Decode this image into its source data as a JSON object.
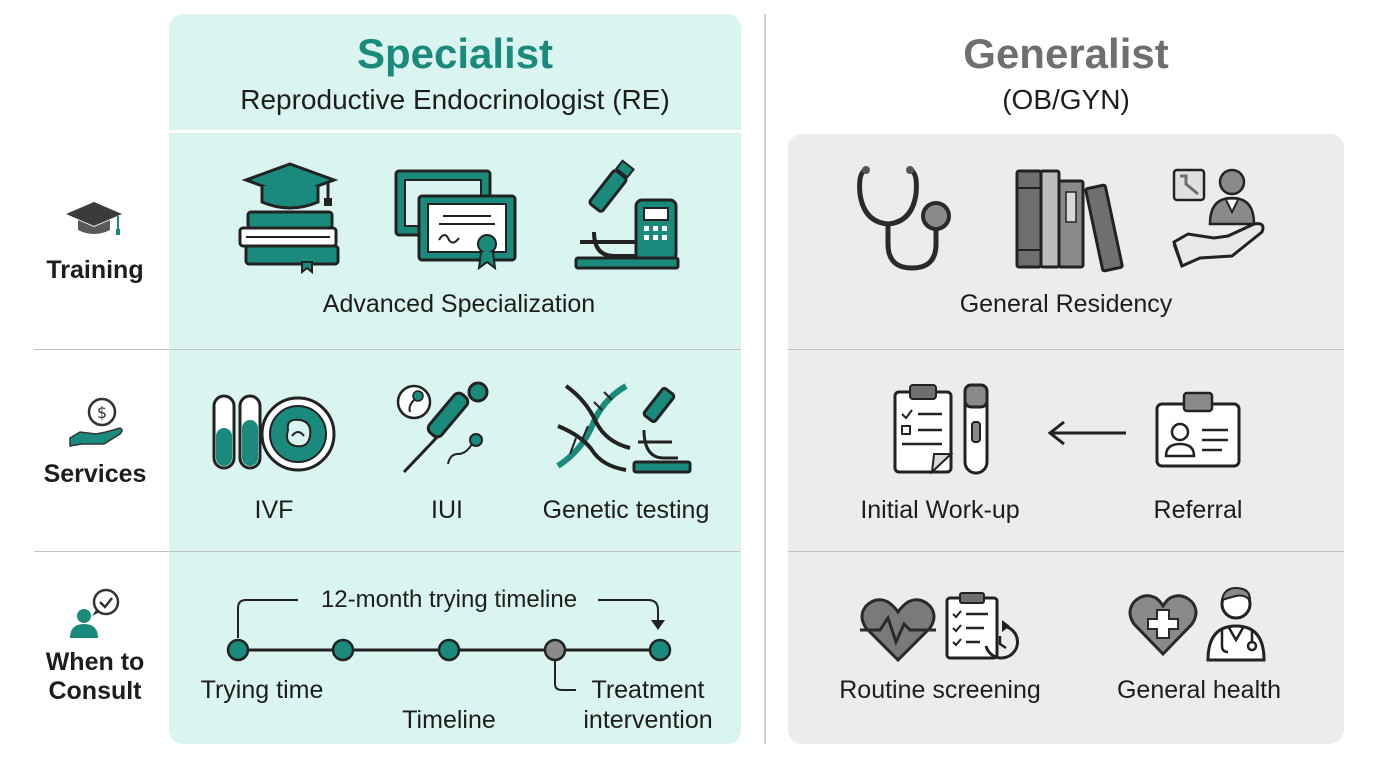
{
  "specialist": {
    "title": "Specialist",
    "subtitle": "Reproductive Endocrinologist (RE)",
    "training_label": "Advanced Specialization",
    "services": [
      "IVF",
      "IUI",
      "Genetic testing"
    ],
    "timeline": {
      "title": "12-month trying timeline",
      "labels": [
        "Trying time",
        "Timeline",
        "Treatment",
        "intervention"
      ]
    }
  },
  "generalist": {
    "title": "Generalist",
    "subtitle": "(OB/GYN)",
    "training_label": "General Residency",
    "services": [
      "Initial Work-up",
      "Referral"
    ],
    "consult": [
      "Routine screening",
      "General health"
    ]
  },
  "rows": {
    "training": "Training",
    "services": "Services",
    "when_to_consult": "When to\nConsult"
  },
  "colors": {
    "accent": "#1a8a7d",
    "specialist_bg": "#daf4ef",
    "generalist_bg": "#ececec",
    "generalist_title": "#6f6f6f"
  }
}
